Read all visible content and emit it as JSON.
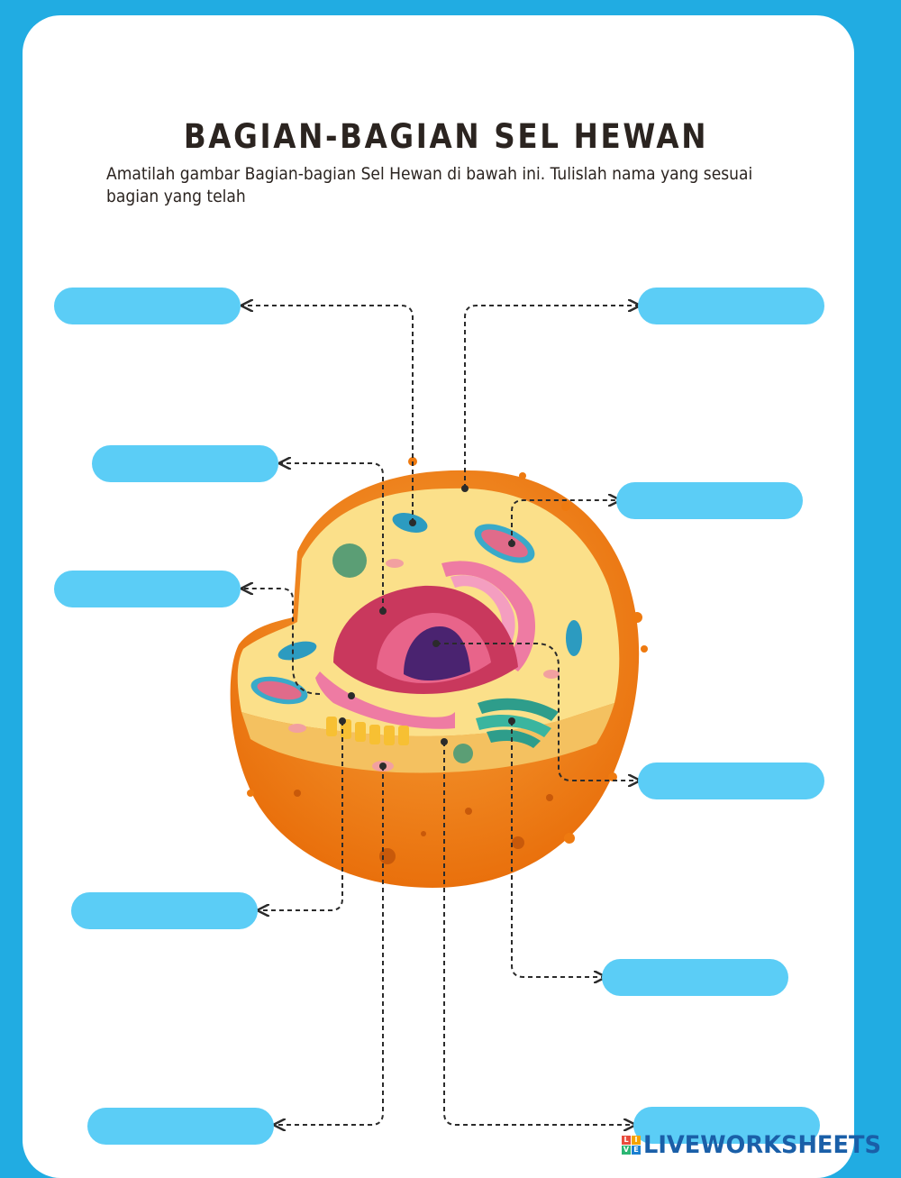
{
  "worksheet": {
    "title": "BAGIAN-BAGIAN SEL HEWAN",
    "instruction": "Amatilah gambar Bagian-bagian Sel Hewan di bawah ini. Tulislah nama  yang sesuai bagian yang telah",
    "answer_boxes": [
      {
        "id": "box-left-1",
        "value": ""
      },
      {
        "id": "box-left-2",
        "value": ""
      },
      {
        "id": "box-left-3",
        "value": ""
      },
      {
        "id": "box-left-4",
        "value": ""
      },
      {
        "id": "box-left-5",
        "value": ""
      },
      {
        "id": "box-right-1",
        "value": ""
      },
      {
        "id": "box-right-2",
        "value": ""
      },
      {
        "id": "box-right-3",
        "value": ""
      },
      {
        "id": "box-right-4",
        "value": ""
      },
      {
        "id": "box-right-5",
        "value": ""
      }
    ]
  },
  "branding": {
    "logo_text": "LIVEWORKSHEETS",
    "badge_letters": [
      "L",
      "I",
      "V",
      "E"
    ],
    "badge_colors": [
      "#e84c3d",
      "#f4a300",
      "#2bb673",
      "#1a7fd1"
    ]
  },
  "colors": {
    "frame": "#21ace2",
    "answer_box": "#5bcdf6",
    "cell_membrane": "#ee7a10",
    "cytoplasm": "#fbe08a",
    "nucleus": "#c9385d",
    "nucleolus": "#4a2370",
    "golgi": "#ee7ba3",
    "mitochondria": "#e06b8a",
    "lysosome": "#5b9e75"
  }
}
